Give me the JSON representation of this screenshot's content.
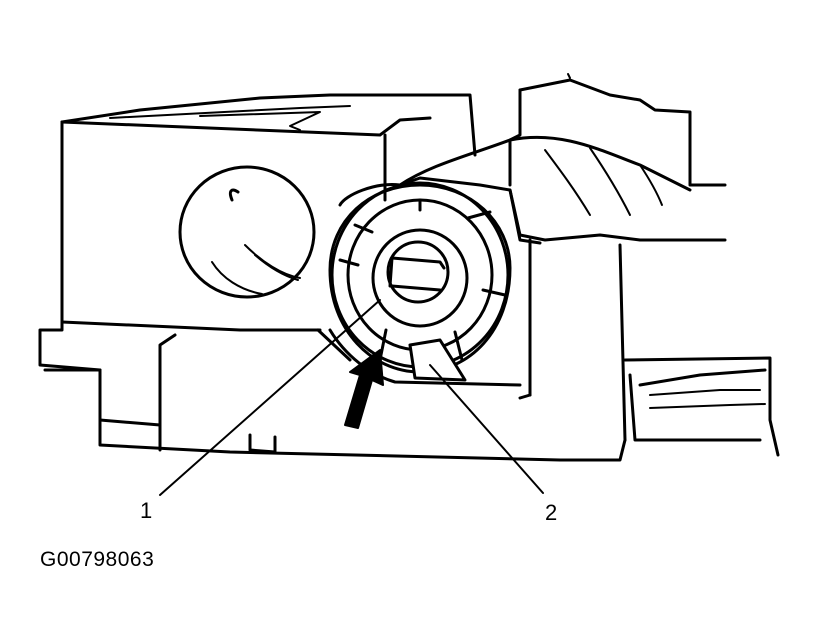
{
  "figure": {
    "id_text": "G00798063",
    "callouts": [
      {
        "label": "1"
      },
      {
        "label": "2"
      }
    ],
    "colors": {
      "line": "#000000",
      "background": "#ffffff"
    }
  }
}
